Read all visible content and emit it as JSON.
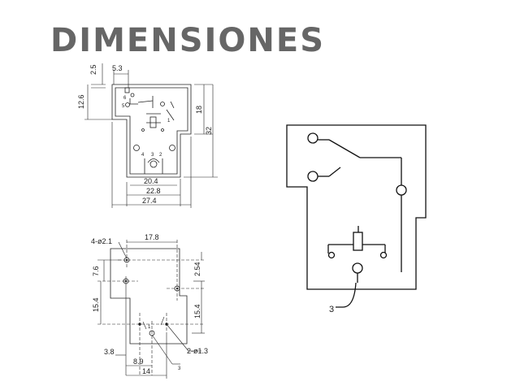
{
  "title": "DIMENSIONES",
  "top_view": {
    "dims": {
      "d_2_5": "2.5",
      "d_5_3": "5.3",
      "d_12_6": "12.6",
      "d_18": "18",
      "d_32": "32",
      "d_20_4": "20.4",
      "d_22_8": "22.8",
      "d_27_4": "27.4"
    },
    "pin_labels": {
      "p6": "6",
      "p5": "5",
      "p1": "1",
      "p4": "4",
      "p3": "3",
      "p2": "2"
    }
  },
  "bottom_view": {
    "dims": {
      "holes_4": "4-ø2.1",
      "d_17_8": "17.8",
      "d_2_54": "2.54",
      "d_7_6": "7.6",
      "d_15_4_left": "15.4",
      "d_15_4_right": "15.4",
      "d_3_8": "3.8",
      "d_8_9": "8.9",
      "d_14": "14",
      "holes_2": "2-ø1.3",
      "pin_3": "3",
      "pin_1": "1"
    }
  },
  "schematic": {
    "pin_3": "3"
  }
}
